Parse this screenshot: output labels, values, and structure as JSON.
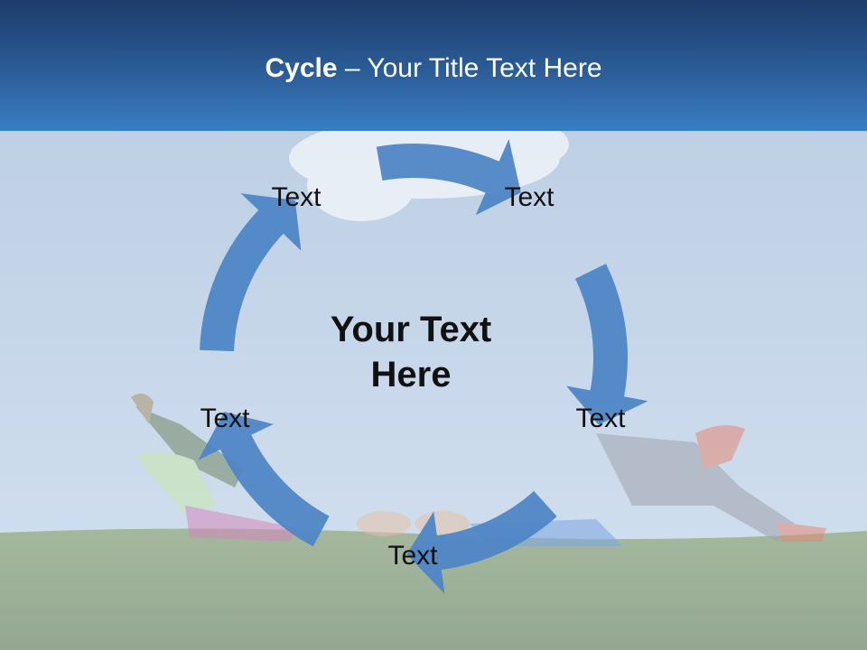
{
  "slide": {
    "title_bold": "Cycle",
    "title_rest": " – Your Title Text Here",
    "center_text": "Your Text Here"
  },
  "cycle": {
    "nodes": [
      "Text",
      "Text",
      "Text",
      "Text",
      "Text"
    ],
    "arrow_color": "#4f86c6"
  },
  "colors": {
    "title_bar_top": "#1d3c6b",
    "title_bar_bottom": "#3a7dc3",
    "sky": "#a9c2de",
    "grass": "#5d7a45",
    "arrow": "#4f86c6"
  }
}
